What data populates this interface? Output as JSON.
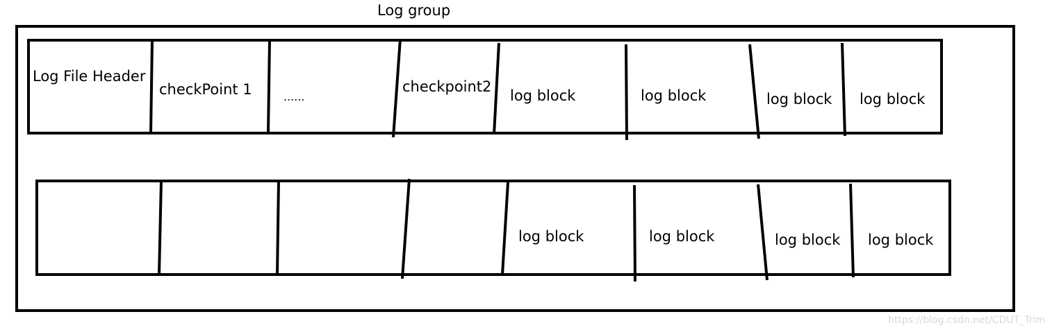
{
  "title": "Log group",
  "row1": {
    "cells": [
      "Log File Header",
      "checkPoint 1",
      "......",
      "checkpoint2",
      "log block",
      "log block",
      "log block",
      "log block"
    ]
  },
  "row2": {
    "cells": [
      "",
      "",
      "",
      "",
      "log block",
      "log block",
      "log block",
      "log block"
    ]
  },
  "watermark": "https://blog.csdn.net/CDUT_Trim",
  "colors": {
    "stroke": "#000000",
    "background": "#ffffff",
    "watermark": "#d8d8d8"
  }
}
